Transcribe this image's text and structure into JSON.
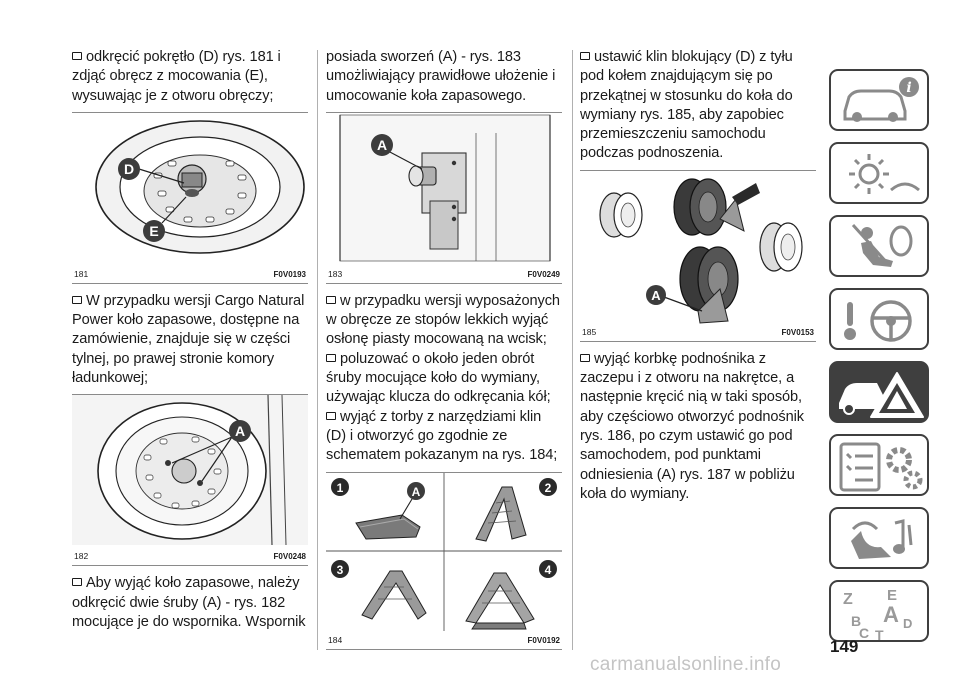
{
  "columns": {
    "col1": {
      "p1": "odkręcić pokrętło (D) rys. 181 i zdjąć obręcz z mocowania (E), wysuwając je z otworu obręczy;",
      "fig181": {
        "number": "181",
        "code": "F0V0193",
        "callouts": [
          "D",
          "E"
        ]
      },
      "p2": "W przypadku wersji Cargo Natural Power koło zapasowe, dostępne na zamówienie, znajduje się w części tylnej, po prawej stronie komory ładunkowej;",
      "fig182": {
        "number": "182",
        "code": "F0V0248",
        "callouts": [
          "A"
        ]
      },
      "p3": "Aby wyjąć koło zapasowe, należy odkręcić dwie śruby (A) - rys. 182 mocujące je do wspornika. Wspornik"
    },
    "col2": {
      "p1": "posiada sworzeń (A) - rys. 183 umożliwiający prawidłowe ułożenie i umocowanie koła zapasowego.",
      "fig183": {
        "number": "183",
        "code": "F0V0249",
        "callouts": [
          "A"
        ]
      },
      "b1": "w przypadku wersji wyposażonych w obręcze ze stopów lekkich wyjąć osłonę piasty mocowaną na wcisk;",
      "b2": "poluzować o około jeden obrót śruby mocujące koło do wymiany, używając klucza do odkręcania kół;",
      "b3": "wyjąć z torby z narzędziami klin (D) i otworzyć go zgodnie ze schematem pokazanym na rys. 184;",
      "fig184": {
        "number": "184",
        "code": "F0V0192",
        "steps": [
          "1",
          "2",
          "3",
          "4"
        ],
        "callout": "A"
      }
    },
    "col3": {
      "p1": "ustawić klin blokujący (D) z tyłu pod kołem znajdującym się po przekątnej w stosunku do koła do wymiany rys. 185, aby zapobiec przemieszczeniu samochodu podczas podnoszenia.",
      "fig185": {
        "number": "185",
        "code": "F0V0153",
        "callouts": [
          "A"
        ]
      },
      "p2": "wyjąć korbkę podnośnika z zaczepu i z otworu na nakrętce, a następnie kręcić nią w taki sposób, aby częściowo otworzyć podnośnik rys. 186, po czym ustawić go pod samochodem, pod punktami odniesienia (A) rys. 187 w pobliżu koła do wymiany."
    }
  },
  "sidebar": {
    "tabs": [
      {
        "name": "car-info-icon",
        "active": false
      },
      {
        "name": "dashboard-lights-icon",
        "active": false
      },
      {
        "name": "safety-airbag-icon",
        "active": false
      },
      {
        "name": "starting-driving-icon",
        "active": false
      },
      {
        "name": "emergency-icon",
        "active": true
      },
      {
        "name": "maintenance-icon",
        "active": false
      },
      {
        "name": "technical-data-icon",
        "active": false
      },
      {
        "name": "multimedia-icon",
        "active": false
      },
      {
        "name": "index-icon",
        "active": false
      }
    ],
    "index_letters": [
      "Z",
      "E",
      "B",
      "A",
      "D",
      "C",
      "T"
    ]
  },
  "page_number": "149",
  "watermark": "carmanualsonline.info",
  "colors": {
    "tab_border": "#3f3f3f",
    "callout_fill": "#3c3c3c",
    "rule": "#8a8a8a"
  }
}
